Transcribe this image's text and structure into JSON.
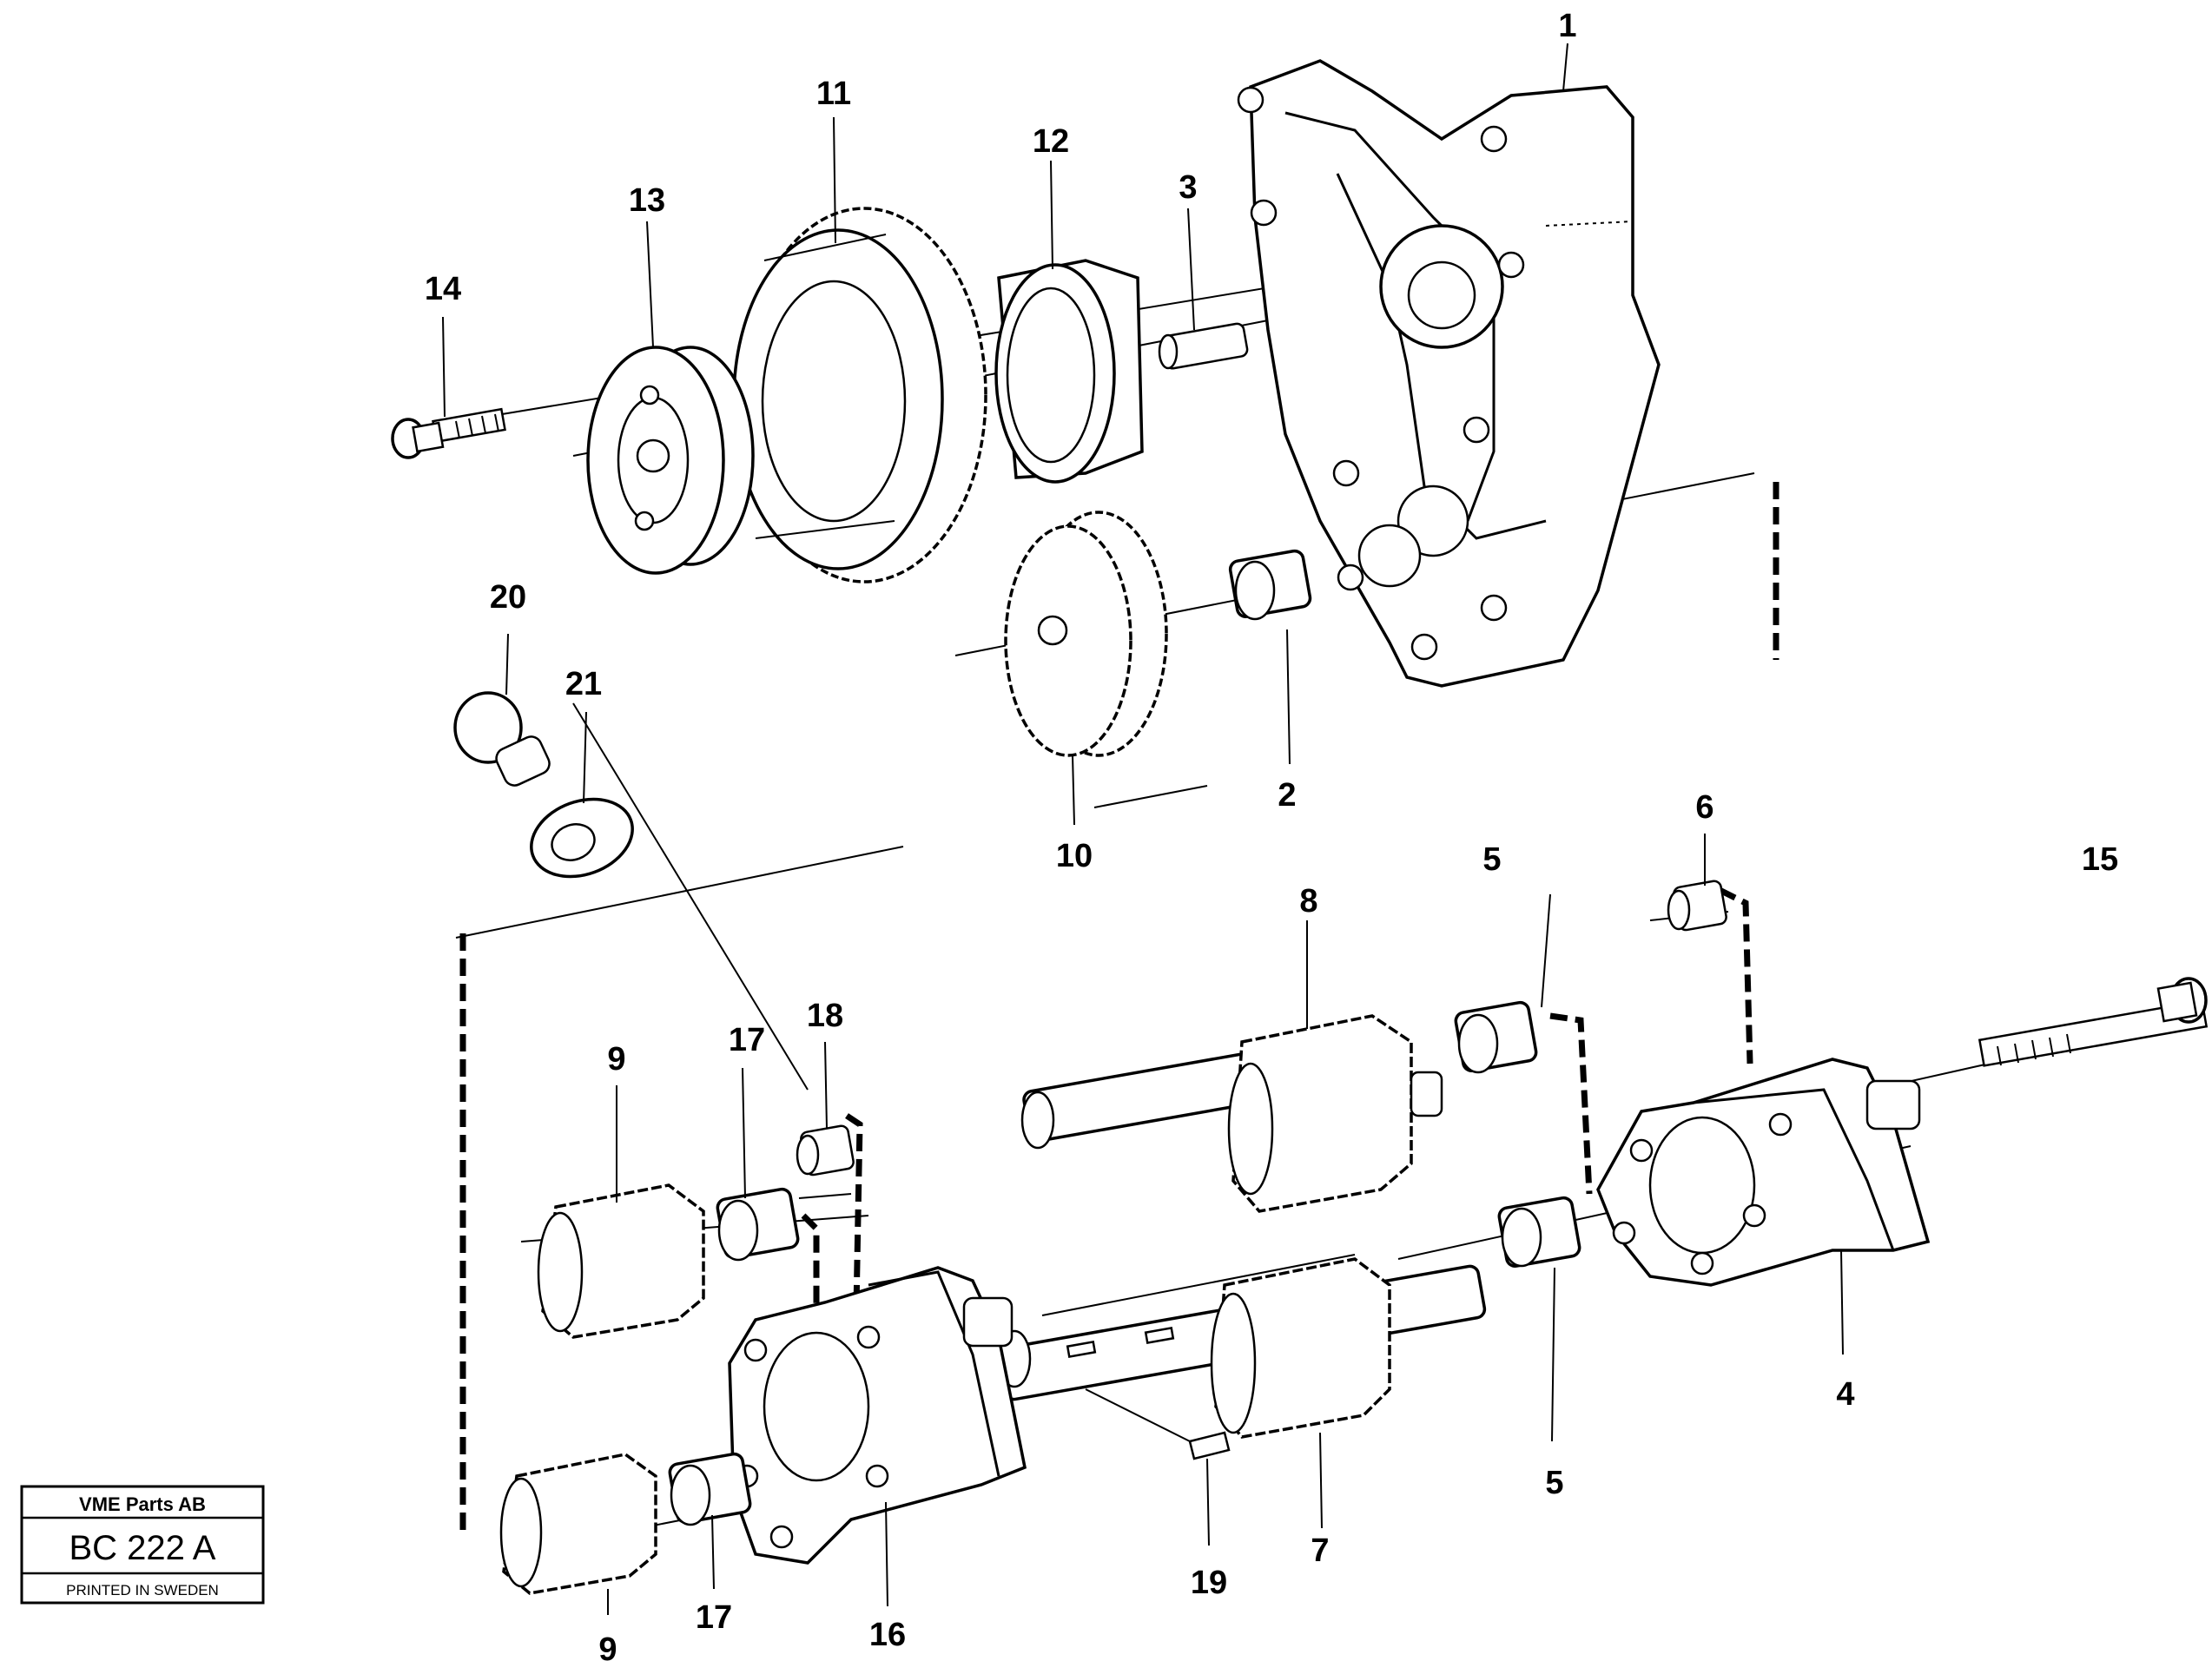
{
  "title_block": {
    "company": "VME Parts AB",
    "code": "BC 222 A",
    "printed": "PRINTED IN SWEDEN"
  },
  "callouts": [
    {
      "id": "c1",
      "text": "1"
    },
    {
      "id": "c2",
      "text": "2"
    },
    {
      "id": "c3",
      "text": "3"
    },
    {
      "id": "c4",
      "text": "4"
    },
    {
      "id": "c5a",
      "text": "5"
    },
    {
      "id": "c5b",
      "text": "5"
    },
    {
      "id": "c6",
      "text": "6"
    },
    {
      "id": "c7",
      "text": "7"
    },
    {
      "id": "c8",
      "text": "8"
    },
    {
      "id": "c9a",
      "text": "9"
    },
    {
      "id": "c9b",
      "text": "9"
    },
    {
      "id": "c10",
      "text": "10"
    },
    {
      "id": "c11",
      "text": "11"
    },
    {
      "id": "c12",
      "text": "12"
    },
    {
      "id": "c13",
      "text": "13"
    },
    {
      "id": "c14",
      "text": "14"
    },
    {
      "id": "c15",
      "text": "15"
    },
    {
      "id": "c16",
      "text": "16"
    },
    {
      "id": "c17a",
      "text": "17"
    },
    {
      "id": "c17b",
      "text": "17"
    },
    {
      "id": "c18",
      "text": "18"
    },
    {
      "id": "c19",
      "text": "19"
    },
    {
      "id": "c20",
      "text": "20"
    },
    {
      "id": "c21",
      "text": "21"
    }
  ]
}
